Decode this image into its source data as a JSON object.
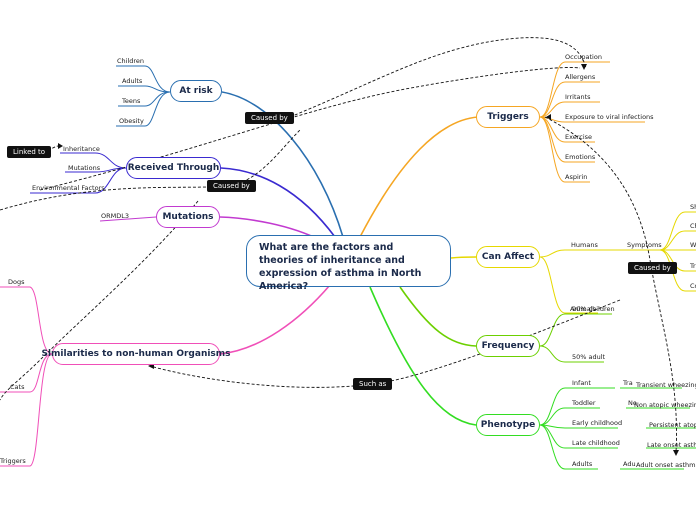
{
  "central": "What are the factors and theories of inheritance and expression of asthma in North America?",
  "branches": {
    "at_risk": "At risk",
    "received_through": "Received Through",
    "mutations": "Mutations",
    "similarities": "Similarities to non-human Organisms",
    "triggers": "Triggers",
    "can_affect": "Can Affect",
    "frequency": "Frequency",
    "phenotype": "Phenotype"
  },
  "at_risk_items": [
    "Children",
    "Adults",
    "Teens",
    "Obesity"
  ],
  "received_items": [
    "Inheritance",
    "Mutations",
    "Environmental Factors"
  ],
  "mutation_items": [
    "ORMDL3"
  ],
  "similarity_items": [
    "Dogs",
    "Cats",
    "Triggers"
  ],
  "trigger_items": [
    "Occupation",
    "Allergens",
    "Irritants",
    "Exposure to viral infections",
    "Exercise",
    "Emotions",
    "Aspirin"
  ],
  "can_affect_items": {
    "humans": "Humans",
    "symptoms": "Symptoms",
    "animals": "Animals",
    "symptom_items": [
      "Sh",
      "Ch",
      "W",
      "Tr",
      "Co"
    ]
  },
  "frequency_items": [
    "90% children",
    "50% adult"
  ],
  "phenotype_items": {
    "stages": [
      "Infant",
      "Toddler",
      "Early childhood",
      "Late childhood",
      "Adults"
    ],
    "phenotypes": [
      "Transient wheezing",
      "Non atopic wheezing",
      "Persistent atopic",
      "Late onset asthma",
      "Adult onset asthma"
    ],
    "phenotype_prefixes": [
      "Tra",
      "No",
      "",
      "",
      "Adu"
    ]
  },
  "relation_tags": {
    "linked_to": "Linked to",
    "caused_by_1": "Caused by",
    "caused_by_2": "Caused by",
    "caused_by_3": "Caused by",
    "such_as": "Such as"
  },
  "colors": {
    "blue": "#2a6fb0",
    "indigo": "#3a2ad0",
    "magenta": "#c23ad0",
    "pink": "#f04fb8",
    "orange": "#f5a623",
    "yellow": "#e6d800",
    "green": "#6cd000",
    "bright_green": "#33dd22",
    "dark": "#111111"
  }
}
